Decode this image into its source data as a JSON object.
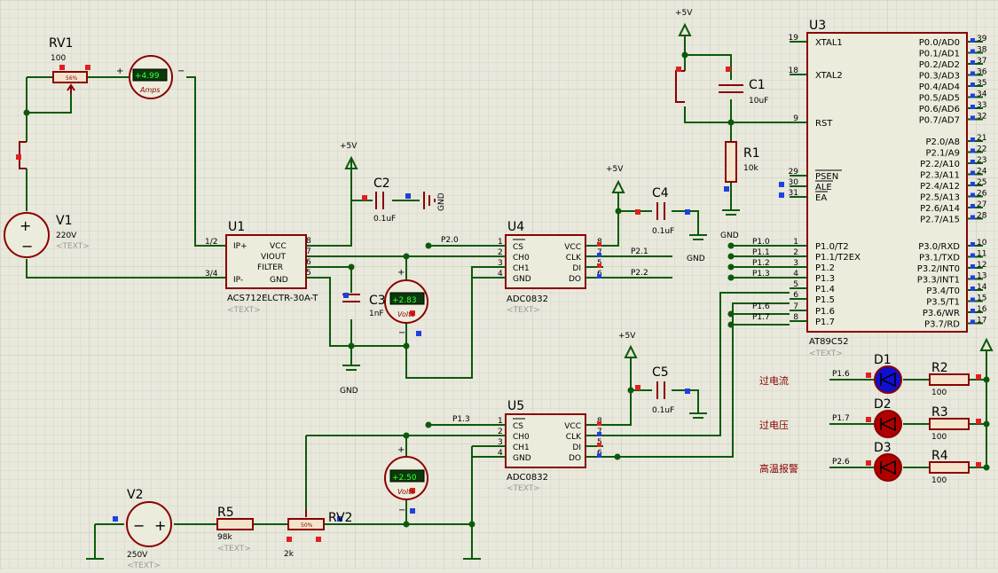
{
  "grid": {
    "background": "#e8e8dc",
    "minor": "#d6d6c6",
    "major": "#c8c8b6"
  },
  "colors": {
    "wire": "#0b5a0b",
    "component": "#8b0000",
    "text": "#000000",
    "muted": "#9a9a9a",
    "fill": "#ffffff",
    "junction": "#0b5a0b",
    "pin_red": "#e02020",
    "pin_blue": "#2040e0",
    "led_blue": "#1010d0",
    "led_red": "#b00000",
    "alarm_text": "#8b0000"
  },
  "rv1": {
    "ref": "RV1",
    "value": "100",
    "wiper": "56%"
  },
  "rv2": {
    "ref": "RV2",
    "value": "2k",
    "wiper": "50%"
  },
  "ammeter": {
    "reading": "+4.99",
    "unit": "Amps"
  },
  "voltmeter1": {
    "reading": "+2.83",
    "unit": "Volts"
  },
  "voltmeter2": {
    "reading": "+2.50",
    "unit": "Volts"
  },
  "v1": {
    "ref": "V1",
    "value": "220V",
    "text": "<TEXT>"
  },
  "v2": {
    "ref": "V2",
    "value": "250V",
    "text": "<TEXT>"
  },
  "r5": {
    "ref": "R5",
    "value": "98k",
    "text": "<TEXT>"
  },
  "u1": {
    "ref": "U1",
    "part": "ACS712ELCTR-30A-T",
    "text": "<TEXT>",
    "pins_left": [
      {
        "num": "1/2",
        "name": "IP+"
      },
      {
        "num": "3/4",
        "name": "IP-"
      }
    ],
    "pins_right": [
      {
        "num": "8",
        "name": "VCC"
      },
      {
        "num": "7",
        "name": "VIOUT"
      },
      {
        "num": "6",
        "name": "FILTER"
      },
      {
        "num": "5",
        "name": "GND"
      }
    ]
  },
  "c2": {
    "ref": "C2",
    "value": "0.1uF"
  },
  "c3": {
    "ref": "C3",
    "value": "1nF"
  },
  "c4": {
    "ref": "C4",
    "value": "0.1uF"
  },
  "c5": {
    "ref": "C5",
    "value": "0.1uF"
  },
  "c1": {
    "ref": "C1",
    "value": "10uF"
  },
  "r1": {
    "ref": "R1",
    "value": "10k"
  },
  "u4": {
    "ref": "U4",
    "part": "ADC0832",
    "text": "<TEXT>",
    "left": [
      {
        "num": "1",
        "name": "CS"
      },
      {
        "num": "2",
        "name": "CH0"
      },
      {
        "num": "3",
        "name": "CH1"
      },
      {
        "num": "4",
        "name": "GND"
      }
    ],
    "right": [
      {
        "num": "8",
        "name": "VCC"
      },
      {
        "num": "7",
        "name": "CLK"
      },
      {
        "num": "5",
        "name": "DI"
      },
      {
        "num": "6",
        "name": "DO"
      }
    ],
    "net_cs": "P2.0",
    "net_clk": "P2.1",
    "net_do": "P2.2"
  },
  "u5": {
    "ref": "U5",
    "part": "ADC0832",
    "text": "<TEXT>",
    "left": [
      {
        "num": "1",
        "name": "CS"
      },
      {
        "num": "2",
        "name": "CH0"
      },
      {
        "num": "3",
        "name": "CH1"
      },
      {
        "num": "4",
        "name": "GND"
      }
    ],
    "right": [
      {
        "num": "8",
        "name": "VCC"
      },
      {
        "num": "7",
        "name": "CLK"
      },
      {
        "num": "5",
        "name": "DI"
      },
      {
        "num": "6",
        "name": "DO"
      }
    ],
    "net_cs": "P1.3"
  },
  "u3": {
    "ref": "U3",
    "part": "AT89C52",
    "text": "<TEXT>",
    "left": [
      {
        "num": "19",
        "name": "XTAL1"
      },
      {
        "num": "18",
        "name": "XTAL2"
      },
      {
        "num": "9",
        "name": "RST"
      },
      {
        "num": "29",
        "name": "PSEN"
      },
      {
        "num": "30",
        "name": "ALE"
      },
      {
        "num": "31",
        "name": "EA"
      },
      {
        "num": "1",
        "name": "P1.0/T2"
      },
      {
        "num": "2",
        "name": "P1.1/T2EX"
      },
      {
        "num": "3",
        "name": "P1.2"
      },
      {
        "num": "4",
        "name": "P1.3"
      },
      {
        "num": "5",
        "name": "P1.4"
      },
      {
        "num": "6",
        "name": "P1.5"
      },
      {
        "num": "7",
        "name": "P1.6"
      },
      {
        "num": "8",
        "name": "P1.7"
      }
    ],
    "right": [
      {
        "num": "39",
        "name": "P0.0/AD0"
      },
      {
        "num": "38",
        "name": "P0.1/AD1"
      },
      {
        "num": "37",
        "name": "P0.2/AD2"
      },
      {
        "num": "36",
        "name": "P0.3/AD3"
      },
      {
        "num": "35",
        "name": "P0.4/AD4"
      },
      {
        "num": "34",
        "name": "P0.5/AD5"
      },
      {
        "num": "33",
        "name": "P0.6/AD6"
      },
      {
        "num": "32",
        "name": "P0.7/AD7"
      },
      {
        "num": "21",
        "name": "P2.0/A8"
      },
      {
        "num": "22",
        "name": "P2.1/A9"
      },
      {
        "num": "23",
        "name": "P2.2/A10"
      },
      {
        "num": "24",
        "name": "P2.3/A11"
      },
      {
        "num": "25",
        "name": "P2.4/A12"
      },
      {
        "num": "26",
        "name": "P2.5/A13"
      },
      {
        "num": "27",
        "name": "P2.6/A14"
      },
      {
        "num": "28",
        "name": "P2.7/A15"
      },
      {
        "num": "10",
        "name": "P3.0/RXD"
      },
      {
        "num": "11",
        "name": "P3.1/TXD"
      },
      {
        "num": "12",
        "name": "P3.2/INT0"
      },
      {
        "num": "13",
        "name": "P3.3/INT1"
      },
      {
        "num": "14",
        "name": "P3.4/T0"
      },
      {
        "num": "15",
        "name": "P3.5/T1"
      },
      {
        "num": "16",
        "name": "P3.6/WR"
      },
      {
        "num": "17",
        "name": "P3.7/RD"
      }
    ],
    "nets_left": [
      "P1.0",
      "P1.1",
      "P1.2",
      "P1.3",
      "",
      "",
      "P1.6",
      "P1.7"
    ]
  },
  "power": {
    "vcc": "+5V",
    "gnd": "GND"
  },
  "alarms": [
    {
      "label": "过电流",
      "net": "P1.6",
      "diode": "D1",
      "resistor": "R2",
      "value": "100"
    },
    {
      "label": "过电压",
      "net": "P1.7",
      "diode": "D2",
      "resistor": "R3",
      "value": "100"
    },
    {
      "label": "高温报警",
      "net": "P2.6",
      "diode": "D3",
      "resistor": "R4",
      "value": "100"
    }
  ]
}
